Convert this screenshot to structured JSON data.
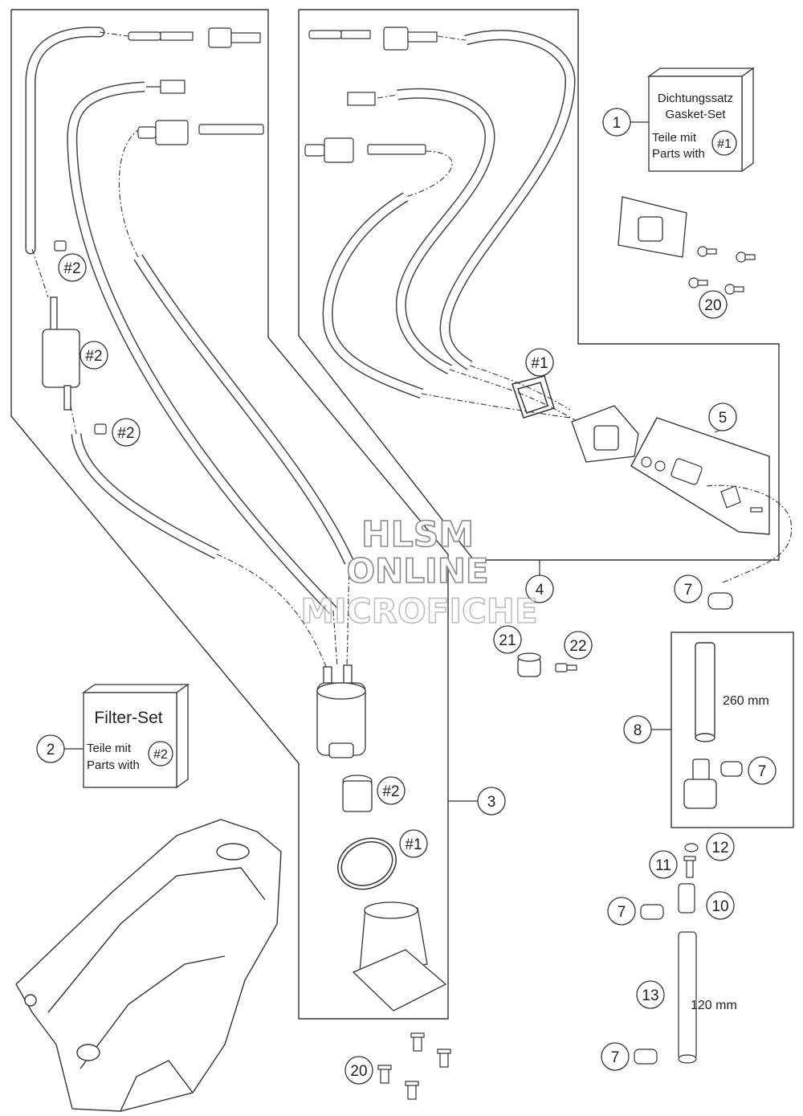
{
  "kits": {
    "gasket": {
      "line1": "Dichtungssatz",
      "line2": "Gasket-Set",
      "line3": "Teile mit",
      "line4": "Parts with",
      "ref": "#1"
    },
    "filter": {
      "title": "Filter-Set",
      "line1": "Teile mit",
      "line2": "Parts with",
      "ref": "#2"
    }
  },
  "callouts": {
    "c1": "1",
    "c2": "2",
    "c3": "3",
    "c4": "4",
    "c5": "5",
    "c7a": "7",
    "c7b": "7",
    "c7c": "7",
    "c7d": "7",
    "c8": "8",
    "c10": "10",
    "c11": "11",
    "c12": "12",
    "c13": "13",
    "c20a": "20",
    "c20b": "20",
    "c21": "21",
    "c22": "22",
    "r1a": "#1",
    "r1b": "#1",
    "r2a": "#2",
    "r2b": "#2",
    "r2c": "#2",
    "r2d": "#2"
  },
  "dimensions": {
    "hose_long": "260 mm",
    "hose_short": "120 mm"
  },
  "watermark": {
    "line1": "HLSM",
    "line2": "ONLINE",
    "line3": "MICROFICHE"
  }
}
